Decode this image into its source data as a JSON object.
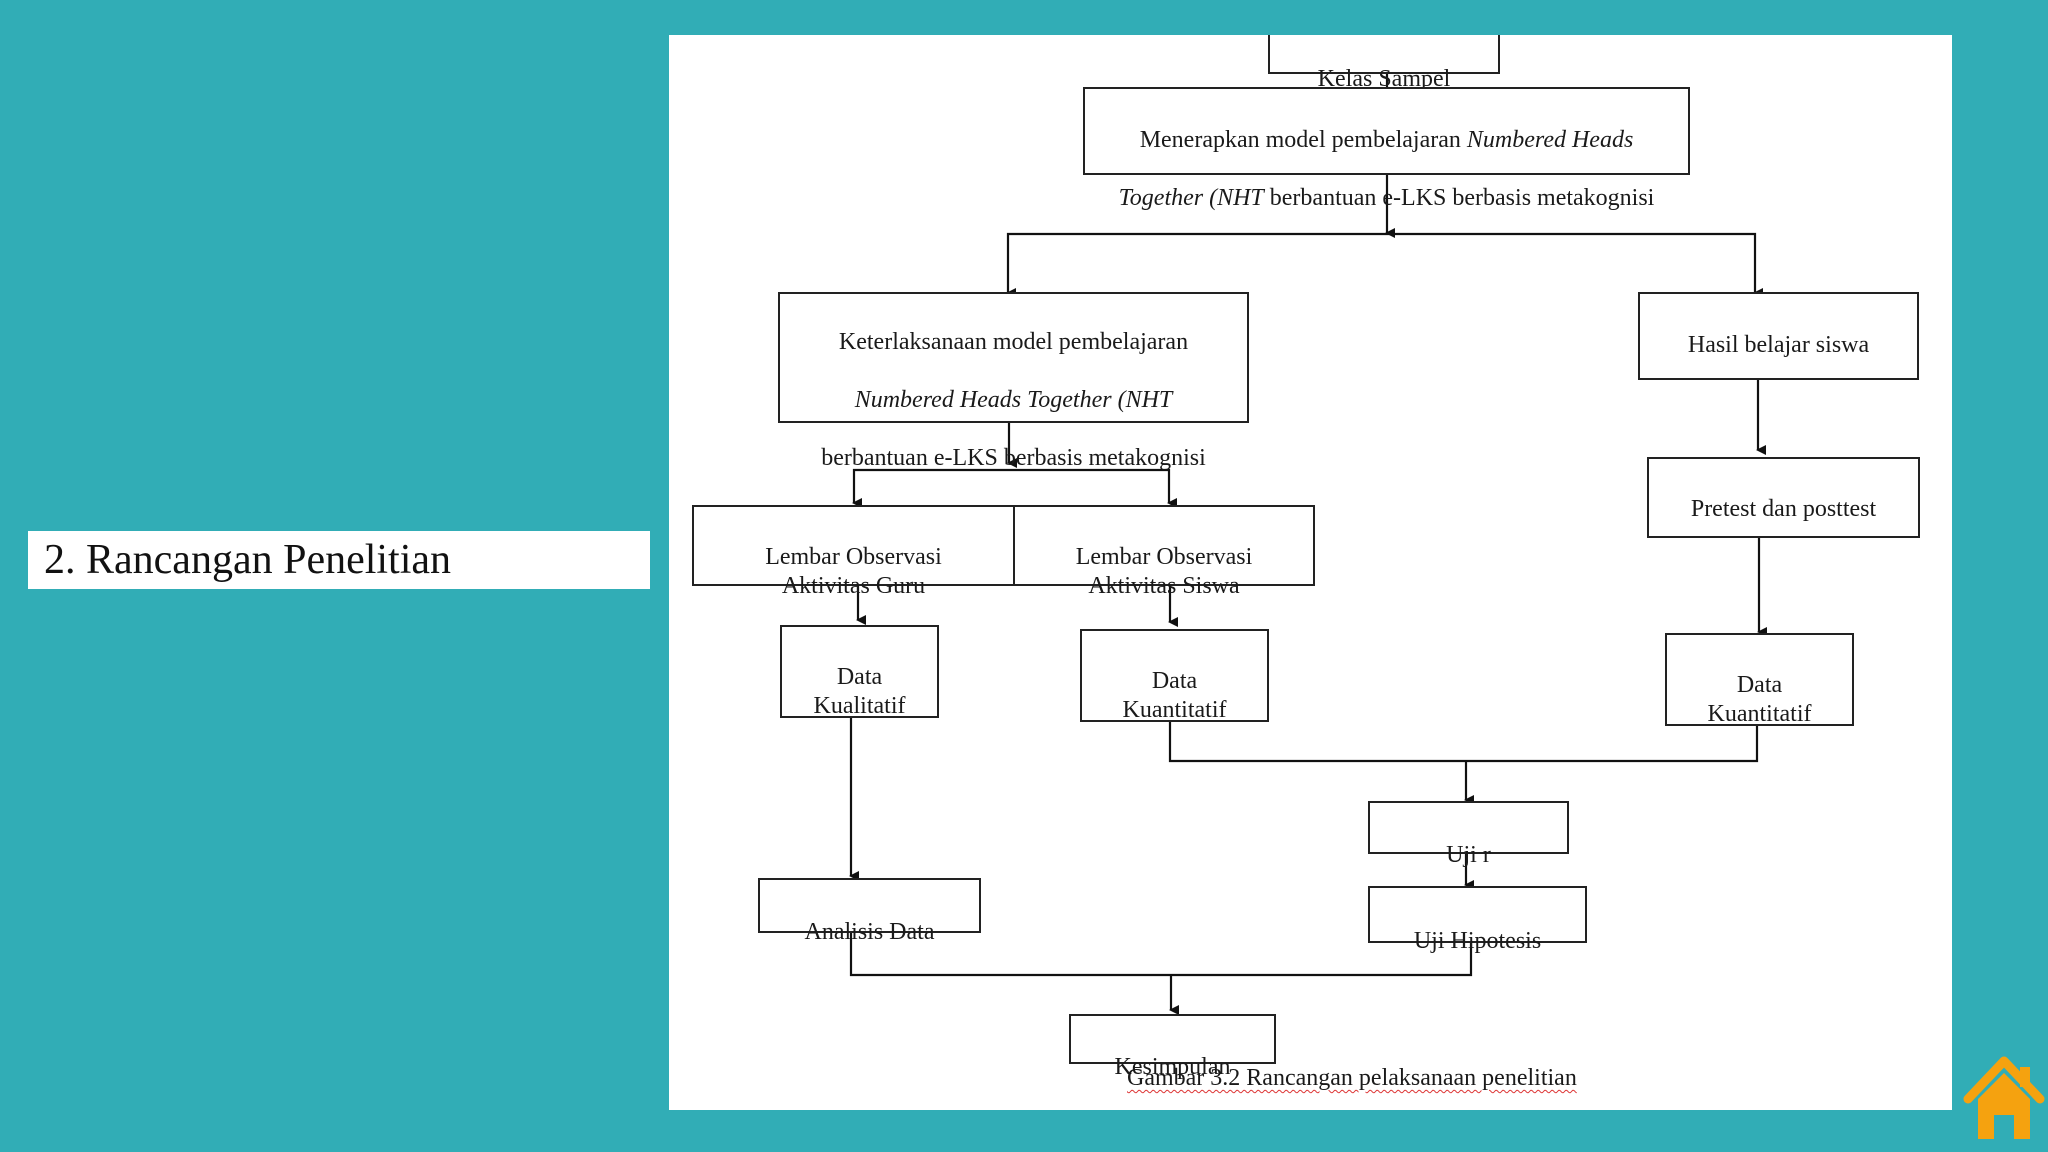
{
  "slide": {
    "title": "2. Rancangan Penelitian"
  },
  "figure": {
    "caption": "Gambar 3.2 Rancangan pelaksanaan penelitian",
    "nodes": {
      "kelas_sampel": "Kelas Sampel",
      "menerapkan": {
        "part1": "Menerapkan model pembelajaran ",
        "italic1": "Numbered Heads",
        "italic2": "Together (NHT",
        "part2": " berbantuan e-LKS berbasis metakognisi"
      },
      "keterlaksanaan": {
        "line1": "Keterlaksanaan model pembelajaran",
        "italic": "Numbered Heads Together (NHT",
        "line3": "berbantuan e-LKS berbasis metakognisi"
      },
      "hasil_belajar": "Hasil belajar  siswa",
      "lembar_guru": "Lembar Observasi\nAktivitas Guru",
      "lembar_siswa": "Lembar Observasi\nAktivitas Siswa",
      "pretest": "Pretest dan posttest",
      "data_kualitatif": "Data\nKualitatif",
      "data_kuantitatif_1": "Data\nKuantitatif",
      "data_kuantitatif_2": "Data\nKuantitatif",
      "uji_r": "Uji r",
      "uji_hipotesis": "Uji Hipotesis",
      "analisis_data": "Analisis Data",
      "kesimpulan": "Kesimpulan"
    }
  },
  "colors": {
    "background": "#31adb6",
    "home_icon": "#f5a20f"
  },
  "icons": {
    "home": "home-icon"
  }
}
